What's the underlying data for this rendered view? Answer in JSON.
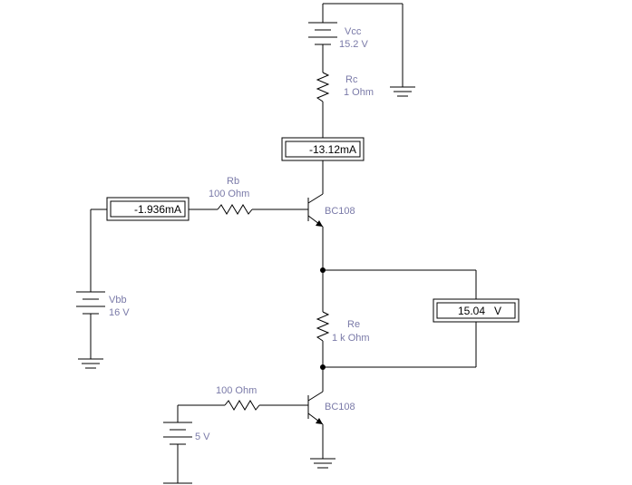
{
  "vcc": {
    "name": "Vcc",
    "value": "15.2 V"
  },
  "rc": {
    "name": "Rc",
    "value": "1  Ohm"
  },
  "rb": {
    "name": "Rb",
    "value": "100  Ohm"
  },
  "vbb": {
    "name": "Vbb",
    "value": "16 V"
  },
  "re": {
    "name": "Re",
    "value": "1 k Ohm"
  },
  "q1": {
    "model": "BC108"
  },
  "q2": {
    "model": "BC108"
  },
  "r_lower": {
    "value": "100  Ohm"
  },
  "v_lower": {
    "value": "5 V"
  },
  "ammeter_collector": {
    "reading": "-13.12mA"
  },
  "ammeter_base": {
    "reading": "-1.936mA"
  },
  "voltmeter_emitter": {
    "reading": "15.04   V"
  }
}
